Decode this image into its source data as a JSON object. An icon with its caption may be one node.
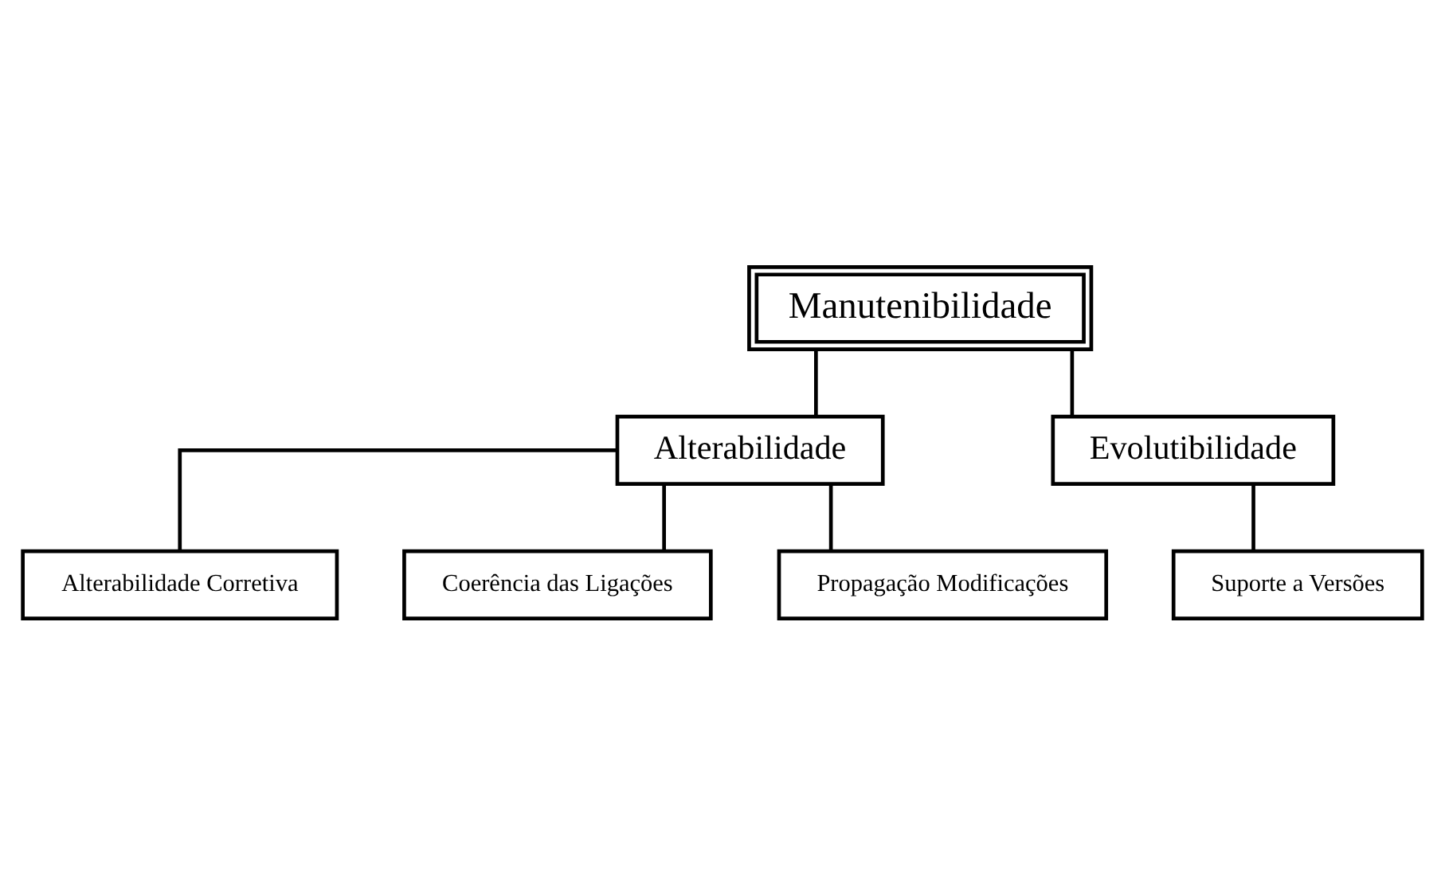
{
  "diagram": {
    "nodes": [
      {
        "text": [
          "Manutenibilidade"
        ]
      },
      {
        "text": [
          "Alterabilidade"
        ]
      },
      {
        "text": [
          "Evolutibilidade"
        ]
      },
      {
        "text": [
          "Alterabilidade Corretiva"
        ]
      },
      {
        "text": [
          "Coerência das Ligações"
        ]
      },
      {
        "text": [
          "Propagação Modificações"
        ]
      },
      {
        "text": [
          "Suporte a Versões"
        ]
      }
    ],
    "edges": [
      {
        "from": 0,
        "to": 1,
        "arrow": "none"
      },
      {
        "from": 0,
        "to": 2,
        "arrow": "none"
      },
      {
        "from": 1,
        "to": 3,
        "arrow": "none"
      },
      {
        "from": 1,
        "to": 4,
        "arrow": "none"
      },
      {
        "from": 1,
        "to": 5,
        "arrow": "none"
      },
      {
        "from": 2,
        "to": 6,
        "arrow": "none"
      }
    ]
  }
}
